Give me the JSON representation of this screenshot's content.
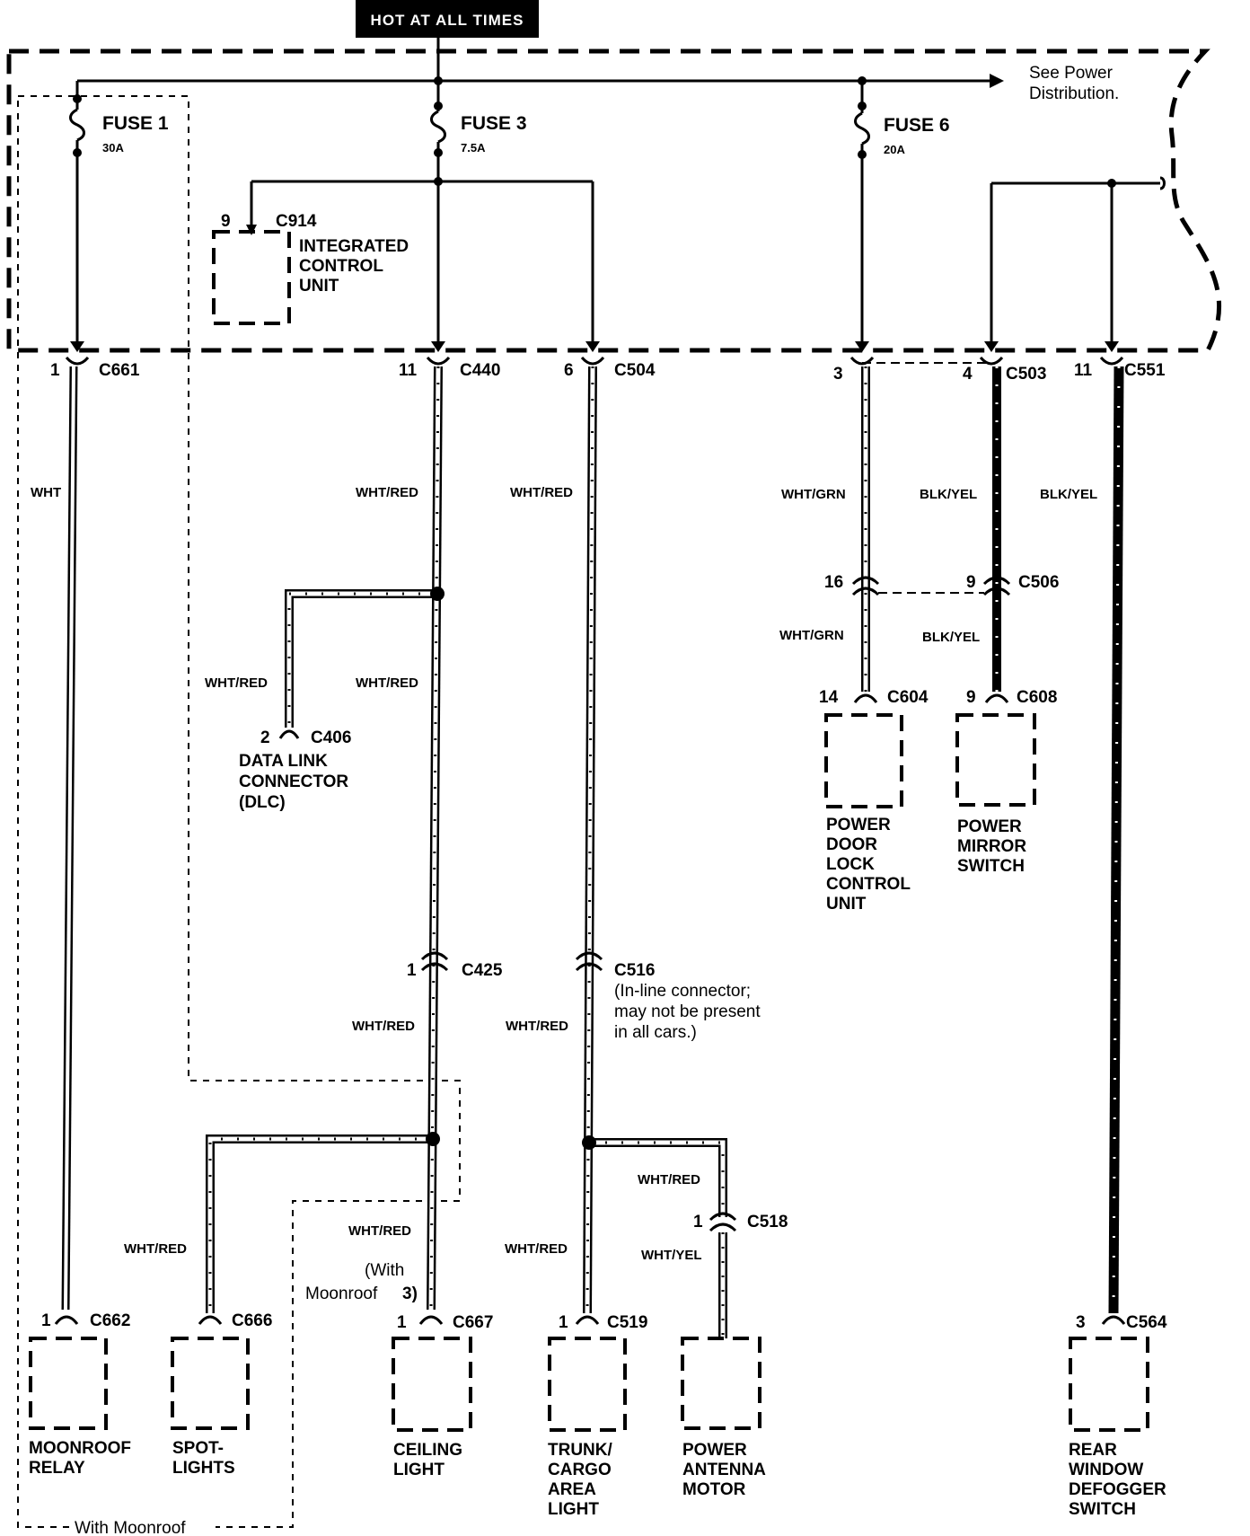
{
  "header": {
    "hot_label": "HOT AT ALL TIMES"
  },
  "power_note": {
    "line1": "See Power",
    "line2": "Distribution."
  },
  "fuses": [
    {
      "name": "FUSE 1",
      "rating": "30A"
    },
    {
      "name": "FUSE 3",
      "rating": "7.5A"
    },
    {
      "name": "FUSE 6",
      "rating": "20A"
    }
  ],
  "icu": {
    "pin": "9",
    "connector": "C914",
    "line1": "INTEGRATED",
    "line2": "CONTROL",
    "line3": "UNIT"
  },
  "circuits": {
    "moonroof": {
      "top_pin": "1",
      "top_conn": "C661",
      "wire": "WHT",
      "bottom_pin": "1",
      "bottom_conn": "C662",
      "line1": "MOONROOF",
      "line2": "RELAY"
    },
    "spotlights": {
      "wire": "WHT/RED",
      "connector": "C666",
      "line1": "SPOT-",
      "line2": "LIGHTS"
    },
    "fuse3_main": {
      "top_pin": "11",
      "top_conn": "C440",
      "wire1": "WHT/RED",
      "wire2": "WHT/RED",
      "mid_pin": "1",
      "mid_conn": "C425",
      "wire3": "WHT/RED",
      "wire4": "WHT/RED"
    },
    "dlc": {
      "wire": "WHT/RED",
      "pin": "2",
      "connector": "C406",
      "line1": "DATA LINK",
      "line2": "CONNECTOR",
      "line3": "(DLC)"
    },
    "ceiling": {
      "note1": "(With",
      "note2": "Moonroof",
      "pin": "1",
      "connector": "C667",
      "line1": "CEILING",
      "line2": "LIGHT"
    },
    "trunk_feed": {
      "top_pin": "6",
      "top_conn": "C504",
      "wire1": "WHT/RED",
      "mid_conn": "C516",
      "note1": "(In-line connector;",
      "note2": "may not be present",
      "note3": "in all cars.)",
      "wire2": "WHT/RED"
    },
    "trunk": {
      "wire": "WHT/RED",
      "pin": "1",
      "connector": "C519",
      "line1": "TRUNK/",
      "line2": "CARGO",
      "line3": "AREA",
      "line4": "LIGHT"
    },
    "antenna": {
      "wire1": "WHT/RED",
      "pin": "1",
      "connector": "C518",
      "wire2": "WHT/YEL",
      "line1": "POWER",
      "line2": "ANTENNA",
      "line3": "MOTOR"
    },
    "door_lock": {
      "top_pin": "3",
      "wire1": "WHT/GRN",
      "mid_pin": "16",
      "wire2": "WHT/GRN",
      "bottom_pin": "14",
      "bottom_conn": "C604",
      "line1": "POWER",
      "line2": "DOOR",
      "line3": "LOCK",
      "line4": "CONTROL",
      "line5": "UNIT"
    },
    "mirror": {
      "top_pin": "4",
      "top_conn": "C503",
      "wire1": "BLK/YEL",
      "mid_pin": "9",
      "mid_conn": "C506",
      "wire2": "BLK/YEL",
      "bottom_pin": "9",
      "bottom_conn": "C608",
      "line1": "POWER",
      "line2": "MIRROR",
      "line3": "SWITCH"
    },
    "defogger": {
      "top_pin": "11",
      "top_conn": "C551",
      "wire": "BLK/YEL",
      "bottom_pin": "3",
      "bottom_conn": "C564",
      "line1": "REAR",
      "line2": "WINDOW",
      "line3": "DEFOGGER",
      "line4": "SWITCH"
    }
  },
  "moonroof_region": {
    "label": "With Moonroof"
  },
  "colors": {
    "line": "#000000",
    "background": "#ffffff",
    "header_bg": "#000000"
  }
}
